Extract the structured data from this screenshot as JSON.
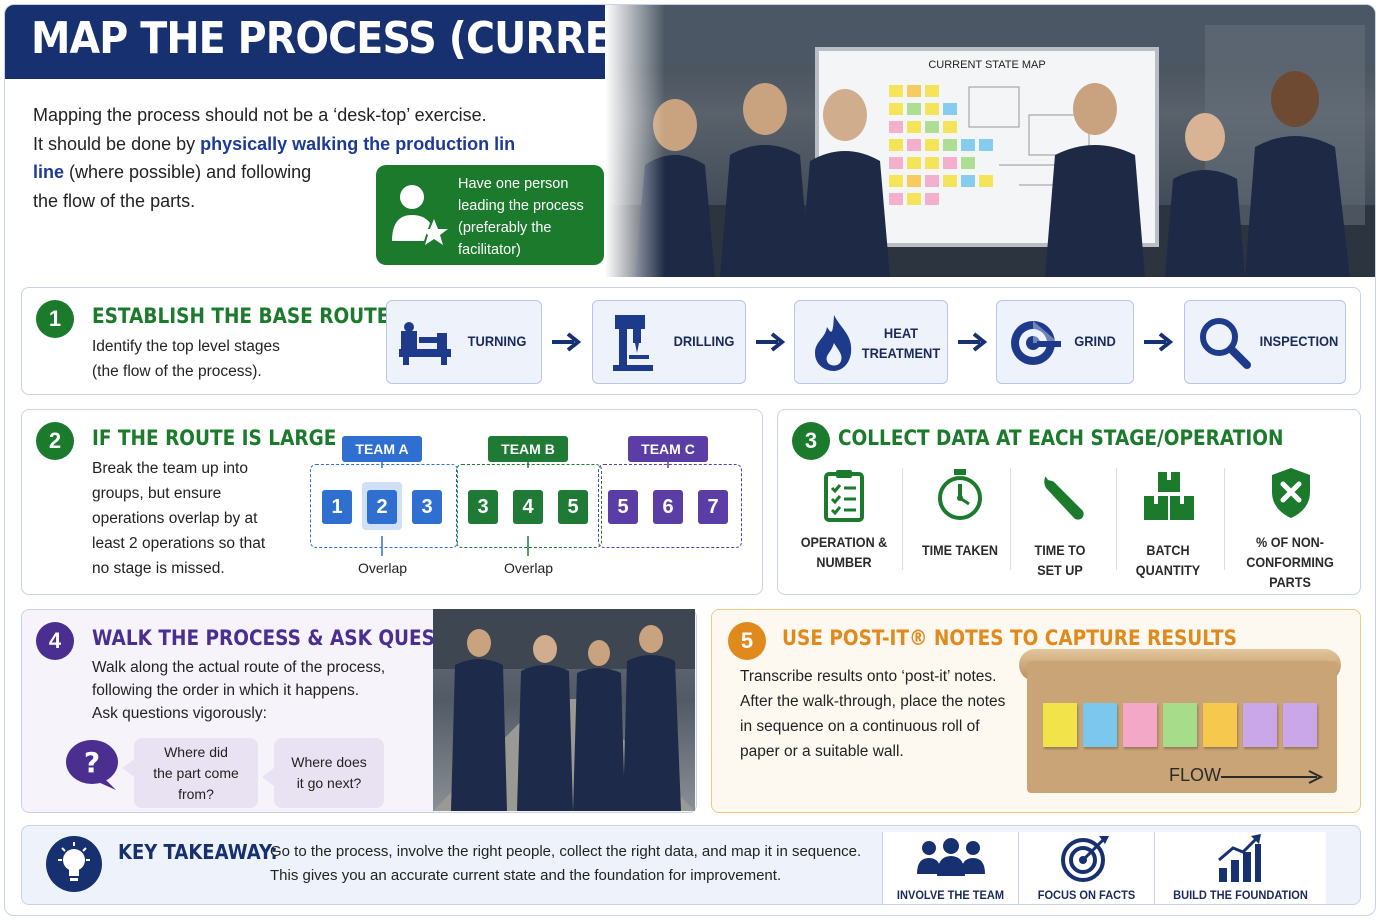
{
  "header": {
    "title": "MAP THE PROCESS (CURRENT STATE)",
    "intro_line1": "Mapping the process should not be a ‘desk-top’ exercise.",
    "intro_line2_a": "It should be done by ",
    "intro_line2_b": "physically walking the production lin",
    "intro_line3_a": "line",
    "intro_line3_b": " (where possible) and following",
    "intro_line4": "the flow of the parts.",
    "facilitator_note": [
      "Have one person",
      "leading the process",
      "(preferably the",
      "facilitator)"
    ],
    "board_title": "CURRENT STATE MAP"
  },
  "section1": {
    "number": "1",
    "title": "ESTABLISH THE BASE ROUTE",
    "body": [
      "Identify the top level stages",
      "(the flow of the process)."
    ],
    "stages": [
      {
        "label": "TURNING",
        "icon": "lathe-icon"
      },
      {
        "label": "DRILLING",
        "icon": "drill-press-icon"
      },
      {
        "label": "HEAT\nTREATMENT",
        "icon": "flame-icon"
      },
      {
        "label": "GRIND",
        "icon": "grinder-icon"
      },
      {
        "label": "INSPECTION",
        "icon": "magnifier-icon"
      }
    ]
  },
  "section2": {
    "number": "2",
    "title": "IF THE ROUTE IS LARGE",
    "body": [
      "Break the team up into",
      "groups, but ensure",
      "operations overlap by at",
      "least 2 operations so that",
      "no stage is missed."
    ],
    "teams": [
      {
        "name": "TEAM A",
        "color": "#2f6fcf",
        "ops": [
          "1",
          "2",
          "3"
        ]
      },
      {
        "name": "TEAM B",
        "color": "#1e7a34",
        "ops": [
          "3",
          "4",
          "5"
        ]
      },
      {
        "name": "TEAM C",
        "color": "#5b3ea5",
        "ops": [
          "5",
          "6",
          "7"
        ]
      }
    ],
    "overlap_label": "Overlap"
  },
  "section3": {
    "number": "3",
    "title": "COLLECT DATA AT EACH STAGE/OPERATION",
    "items": [
      {
        "label": [
          "OPERATION &",
          "NUMBER"
        ],
        "icon": "clipboard-checklist-icon"
      },
      {
        "label": [
          "TIME TAKEN"
        ],
        "icon": "stopwatch-icon"
      },
      {
        "label": [
          "TIME TO",
          "SET UP"
        ],
        "icon": "wrench-icon"
      },
      {
        "label": [
          "BATCH",
          "QUANTITY"
        ],
        "icon": "boxes-icon"
      },
      {
        "label": [
          "% OF NON-",
          "CONFORMING",
          "PARTS"
        ],
        "icon": "shield-x-icon"
      }
    ]
  },
  "section4": {
    "number": "4",
    "title": "WALK THE PROCESS & ASK QUESTIONS",
    "body": [
      "Walk along the actual route of the process,",
      "following the order in which it happens.",
      "Ask questions vigorously:"
    ],
    "questions": [
      [
        "Where did",
        "the part come",
        "from?"
      ],
      [
        "Where does",
        "it go next?"
      ]
    ]
  },
  "section5": {
    "number": "5",
    "title": "USE POST-IT® NOTES TO CAPTURE RESULTS",
    "body": [
      "Transcribe results onto ‘post-it’ notes.",
      "After the walk-through, place the notes",
      "in sequence on a continuous roll of",
      "paper or a suitable wall."
    ],
    "flow_label": "FLOW",
    "note_colors": [
      "#f3e34a",
      "#7cc7ee",
      "#f3a8c8",
      "#a7dc8a",
      "#f7c84e",
      "#c9a7e8",
      "#c9a7e8"
    ]
  },
  "takeaway": {
    "title": "KEY TAKEAWAY:",
    "text_line1": "Go to the process, involve the right people, collect the right data, and map it in sequence.",
    "text_line2": "This gives you an accurate current state and the foundation for improvement.",
    "items": [
      {
        "label": "INVOLVE THE TEAM",
        "icon": "team-icon"
      },
      {
        "label": "FOCUS ON FACTS",
        "icon": "target-icon"
      },
      {
        "label": "BUILD THE FOUNDATION",
        "icon": "bar-chart-growth-icon"
      }
    ]
  },
  "colors": {
    "navy": "#17306f",
    "green": "#1c7a2c",
    "purple": "#4a2f91",
    "orange": "#e08a1e",
    "blue": "#1d3a9a"
  }
}
